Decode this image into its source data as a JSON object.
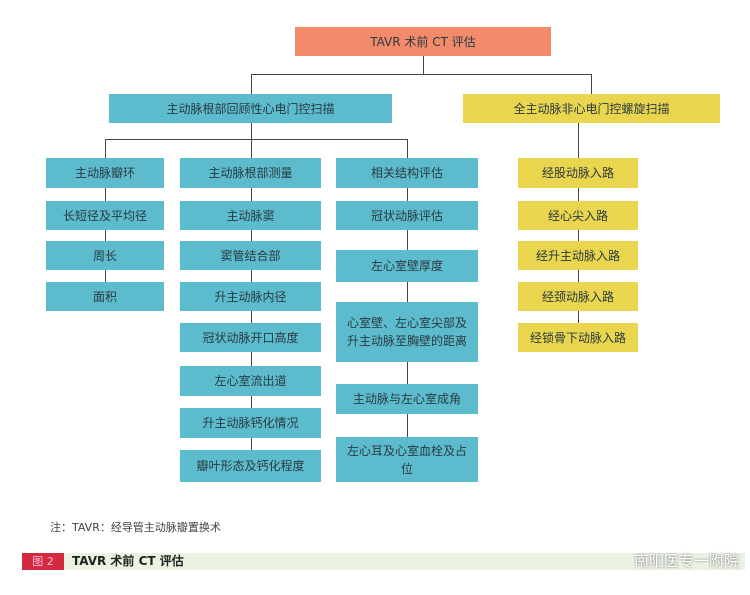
{
  "root": "TAVR 术前 CT 评估",
  "left_branch": "主动脉根部回顾性心电门控扫描",
  "right_branch": "全主动脉非心电门控螺旋扫描",
  "col1": [
    "主动脉瓣环",
    "长短径及平均径",
    "周长",
    "面积"
  ],
  "col2": [
    "主动脉根部测量",
    "主动脉窦",
    "窦管结合部",
    "升主动脉内径",
    "冠状动脉开口高度",
    "左心室流出道",
    "升主动脉钙化情况",
    "瓣叶形态及钙化程度"
  ],
  "col3": [
    "相关结构评估",
    "冠状动脉评估",
    "左心室壁厚度",
    "心室壁、左心室尖部及升主动脉至胸壁的距离",
    "主动脉与左心室成角",
    "左心耳及心室血栓及占位"
  ],
  "col4": [
    "经股动脉入路",
    "经心尖入路",
    "经升主动脉入路",
    "经颈动脉入路",
    "经锁骨下动脉入路"
  ],
  "note": "注：TAVR：经导管主动脉瓣置换术",
  "figure_label": "图 2",
  "figure_title": "TAVR 术前 CT 评估",
  "watermark": "南阳医专一附院",
  "colors": {
    "teal": "#5cbccd",
    "yellow": "#e9d54e",
    "orange": "#f28a6b"
  }
}
